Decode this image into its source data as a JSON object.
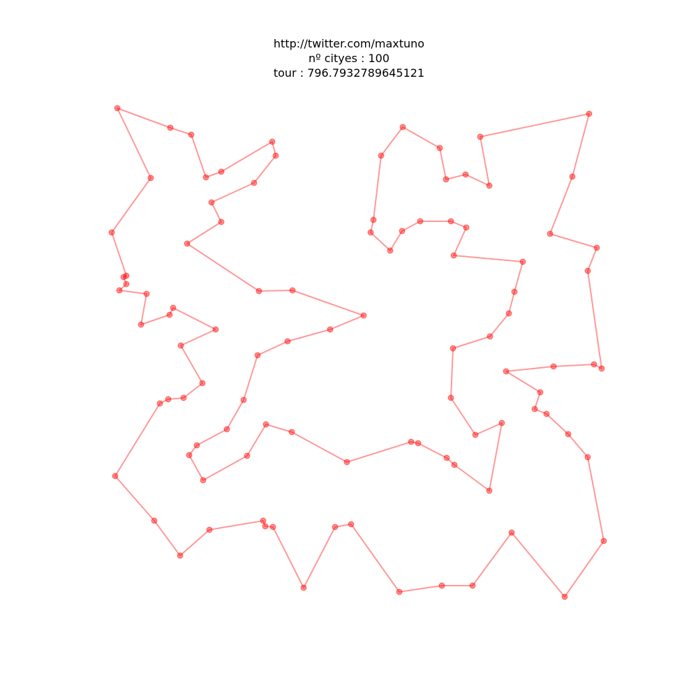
{
  "chart_data": {
    "type": "line",
    "title_lines": [
      "http://twitter.com/maxtuno",
      "nº cityes : 100",
      "tour : 796.7932789645121"
    ],
    "axes_visible": false,
    "grid": false,
    "series": [
      {
        "color": "#ff0000",
        "marker": "circle",
        "closed": true,
        "points": [
          [
            668,
            326
          ],
          [
            646,
            317
          ],
          [
            602,
            317
          ],
          [
            576,
            331
          ],
          [
            559,
            359
          ],
          [
            531,
            333
          ],
          [
            535,
            315
          ],
          [
            546,
            223
          ],
          [
            577,
            182
          ],
          [
            630,
            212
          ],
          [
            639,
            257
          ],
          [
            667,
            250
          ],
          [
            701,
            266
          ],
          [
            688,
            196
          ],
          [
            844,
            163
          ],
          [
            820,
            253
          ],
          [
            788,
            335
          ],
          [
            855,
            355
          ],
          [
            842,
            388
          ],
          [
            862,
            528
          ],
          [
            851,
            522
          ],
          [
            793,
            525
          ],
          [
            725,
            532
          ],
          [
            774,
            562
          ],
          [
            766,
            586
          ],
          [
            783,
            593
          ],
          [
            814,
            622
          ],
          [
            842,
            655
          ],
          [
            865,
            775
          ],
          [
            809,
            855
          ],
          [
            733,
            763
          ],
          [
            677,
            839
          ],
          [
            633,
            839
          ],
          [
            572,
            848
          ],
          [
            503,
            751
          ],
          [
            480,
            755
          ],
          [
            435,
            842
          ],
          [
            391,
            755
          ],
          [
            380,
            754
          ],
          [
            377,
            746
          ],
          [
            300,
            759
          ],
          [
            258,
            796
          ],
          [
            221,
            746
          ],
          [
            165,
            682
          ],
          [
            229,
            578
          ],
          [
            241,
            572
          ],
          [
            263,
            570
          ],
          [
            290,
            549
          ],
          [
            259,
            495
          ],
          [
            309,
            472
          ],
          [
            248,
            441
          ],
          [
            243,
            451
          ],
          [
            202,
            465
          ],
          [
            210,
            421
          ],
          [
            171,
            416
          ],
          [
            181,
            407
          ],
          [
            177,
            397
          ],
          [
            181,
            395
          ],
          [
            160,
            333
          ],
          [
            216,
            255
          ],
          [
            168,
            155
          ],
          [
            244,
            183
          ],
          [
            274,
            193
          ],
          [
            295,
            254
          ],
          [
            317,
            246
          ],
          [
            390,
            203
          ],
          [
            395,
            223
          ],
          [
            364,
            262
          ],
          [
            303,
            290
          ],
          [
            317,
            318
          ],
          [
            268,
            349
          ],
          [
            371,
            417
          ],
          [
            419,
            416
          ],
          [
            521,
            452
          ],
          [
            473,
            472
          ],
          [
            412,
            489
          ],
          [
            369,
            509
          ],
          [
            349,
            573
          ],
          [
            325,
            615
          ],
          [
            282,
            638
          ],
          [
            271,
            652
          ],
          [
            291,
            688
          ],
          [
            354,
            653
          ],
          [
            381,
            608
          ],
          [
            418,
            619
          ],
          [
            497,
            662
          ],
          [
            589,
            633
          ],
          [
            599,
            635
          ],
          [
            640,
            656
          ],
          [
            651,
            666
          ],
          [
            701,
            703
          ],
          [
            719,
            606
          ],
          [
            681,
            623
          ],
          [
            646,
            570
          ],
          [
            649,
            499
          ],
          [
            702,
            482
          ],
          [
            729,
            449
          ],
          [
            737,
            418
          ],
          [
            749,
            375
          ],
          [
            650,
            366
          ]
        ]
      }
    ]
  }
}
